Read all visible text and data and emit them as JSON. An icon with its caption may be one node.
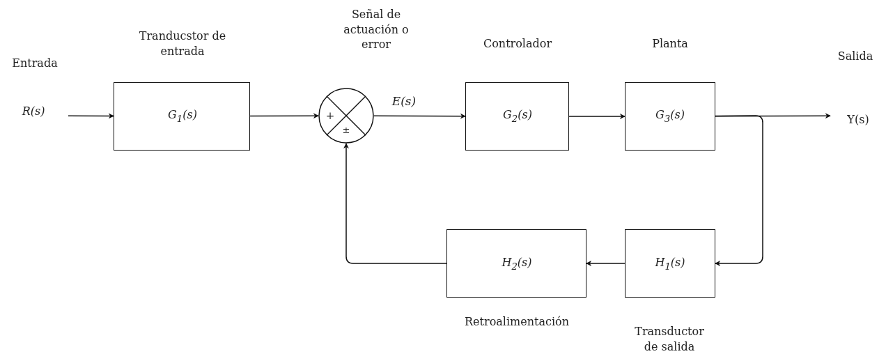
{
  "diagram": {
    "nodes": [
      {
        "text": [
          "R(s)"
        ]
      },
      {
        "text": [
          "Tranducstor de entrada",
          "G$_{1}$(s)"
        ]
      },
      {
        "text": [
          "+",
          "±"
        ]
      },
      {
        "text": [
          "Controlador",
          "G$_{2}$(s)"
        ]
      },
      {
        "text": [
          "Planta",
          "G$_{3}$(s)"
        ]
      },
      {
        "text": [
          "Y(s)"
        ]
      },
      {
        "text": [
          "H$_{1}$(s)",
          "Transductor de salida"
        ]
      },
      {
        "text": [
          "H$_{2}$(s)",
          "Retroalimentación"
        ]
      }
    ],
    "edges": [
      {
        "from": 0,
        "to": 1,
        "arrow": "to"
      },
      {
        "from": 1,
        "to": 2,
        "arrow": "to"
      },
      {
        "from": 2,
        "to": 3,
        "arrow": "to",
        "label": "E(s)"
      },
      {
        "from": 3,
        "to": 4,
        "arrow": "to"
      },
      {
        "from": 4,
        "to": 5,
        "arrow": "to"
      },
      {
        "from": 4,
        "to": 6,
        "arrow": "to"
      },
      {
        "from": 6,
        "to": 7,
        "arrow": "to"
      },
      {
        "from": 7,
        "to": 2,
        "arrow": "to"
      }
    ],
    "labels": [
      "Entrada",
      "Señal de actuación o error",
      "Salida"
    ]
  }
}
